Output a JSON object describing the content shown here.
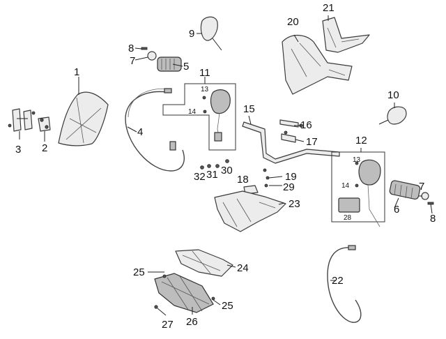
{
  "callouts": [
    {
      "id": "1",
      "text": "1"
    },
    {
      "id": "2",
      "text": "2"
    },
    {
      "id": "3",
      "text": "3"
    },
    {
      "id": "4",
      "text": "4"
    },
    {
      "id": "5",
      "text": "5"
    },
    {
      "id": "6",
      "text": "6"
    },
    {
      "id": "7a",
      "text": "7"
    },
    {
      "id": "7b",
      "text": "7"
    },
    {
      "id": "8a",
      "text": "8"
    },
    {
      "id": "8b",
      "text": "8"
    },
    {
      "id": "9",
      "text": "9"
    },
    {
      "id": "10",
      "text": "10"
    },
    {
      "id": "11",
      "text": "11"
    },
    {
      "id": "12",
      "text": "12"
    },
    {
      "id": "13a",
      "text": "13"
    },
    {
      "id": "13b",
      "text": "13"
    },
    {
      "id": "14a",
      "text": "14"
    },
    {
      "id": "14b",
      "text": "14"
    },
    {
      "id": "15",
      "text": "15"
    },
    {
      "id": "16",
      "text": "16"
    },
    {
      "id": "17",
      "text": "17"
    },
    {
      "id": "18",
      "text": "18"
    },
    {
      "id": "19",
      "text": "19"
    },
    {
      "id": "20",
      "text": "20"
    },
    {
      "id": "21",
      "text": "21"
    },
    {
      "id": "22",
      "text": "22"
    },
    {
      "id": "23",
      "text": "23"
    },
    {
      "id": "24",
      "text": "24"
    },
    {
      "id": "25a",
      "text": "25"
    },
    {
      "id": "25b",
      "text": "25"
    },
    {
      "id": "26",
      "text": "26"
    },
    {
      "id": "27",
      "text": "27"
    },
    {
      "id": "28",
      "text": "28"
    },
    {
      "id": "29",
      "text": "29"
    },
    {
      "id": "30",
      "text": "30"
    },
    {
      "id": "31",
      "text": "31"
    },
    {
      "id": "32",
      "text": "32"
    }
  ]
}
